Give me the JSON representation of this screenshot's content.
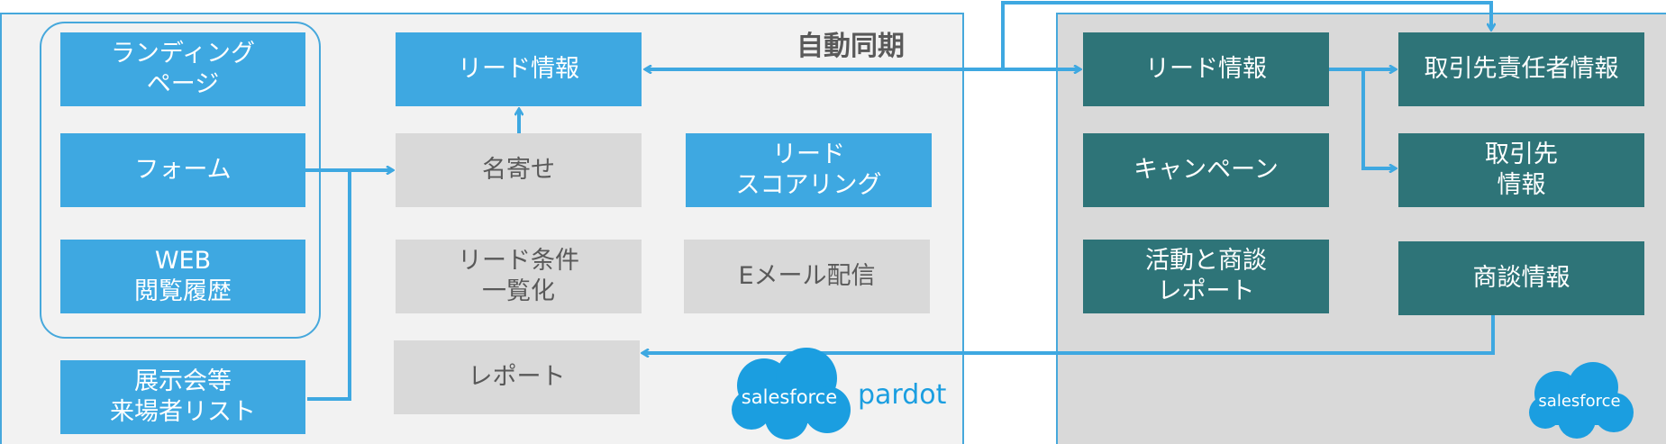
{
  "sync_label": "自動同期",
  "pardot": {
    "boxes": {
      "landing_page": "ランディング\nページ",
      "form": "フォーム",
      "web_history": "WEB\n閲覧履歴",
      "exhibition": "展示会等\n来場者リスト",
      "lead_info": "リード情報",
      "name_matching": "名寄せ",
      "lead_list": "リード条件\n一覧化",
      "report": "レポート",
      "lead_scoring": "リード\nスコアリング",
      "email": "Eメール配信"
    },
    "logo": {
      "cloud_text": "salesforce",
      "product": "pardot"
    }
  },
  "salesforce": {
    "boxes": {
      "lead_info": "リード情報",
      "campaign": "キャンペーン",
      "activity_report": "活動と商談\nレポート",
      "contact_info": "取引先責任者情報",
      "account_info": "取引先\n情報",
      "opportunity_info": "商談情報"
    },
    "logo": {
      "cloud_text": "salesforce"
    }
  },
  "colors": {
    "blue": "#3ea8e1",
    "teal": "#2e7478",
    "gray": "#d9d9d9",
    "line": "#3ea8e1"
  }
}
